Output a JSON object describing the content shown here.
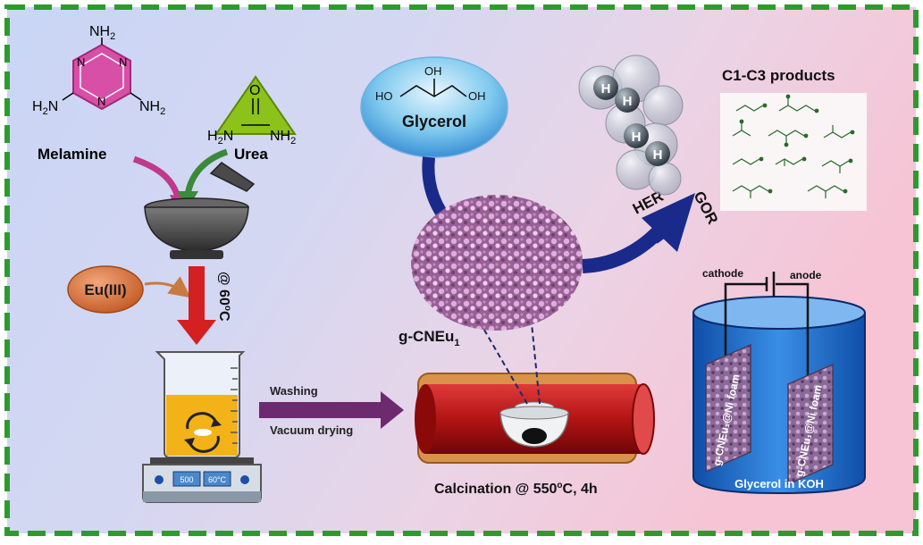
{
  "reagents": {
    "melamine": {
      "label": "Melamine",
      "nh2": "NH",
      "sub": "2",
      "ring_n": "N"
    },
    "urea": {
      "label": "Urea",
      "o": "O",
      "h2n": "H",
      "nh2": "NH",
      "sub": "2",
      "n": "N"
    },
    "europium": "Eu(III)"
  },
  "mixing": {
    "temp_prefix": "@ 60",
    "temp_unit": "C",
    "temp_deg": "o"
  },
  "hotplate": {
    "display_left": "500",
    "display_right": "60°C"
  },
  "transfer": {
    "step1": "Washing",
    "step2": "Vacuum drying"
  },
  "calcination": {
    "label_prefix": "Calcination @ 550",
    "label_deg": "o",
    "label_suffix": "C, 4h"
  },
  "catalyst": {
    "name": "g-CNEu",
    "sub": "1"
  },
  "glycerol": {
    "label": "Glycerol",
    "oh": "OH",
    "ho": "HO"
  },
  "hydrogen": {
    "atom": "H"
  },
  "reactions": {
    "her": "HER",
    "gor": "GOR"
  },
  "products": {
    "title": "C1-C3 products"
  },
  "cell": {
    "cathode": "cathode",
    "anode": "anode",
    "electrode_label": "g-CNEu₁@Ni foam",
    "electrolyte": "Glycerol in KOH"
  },
  "colors": {
    "frame_dash": "#2e9a2e",
    "melamine_ring": "#d84fa8",
    "urea_triangle": "#8cc21a",
    "eu_blob": "#d9743a",
    "arrow_red": "#d42020",
    "arrow_purple": "#6e2a6e",
    "arrow_navy": "#1a2a8a",
    "tube_red": "#b21414",
    "beaker_blue": "#1e6fc8",
    "hydrogen_grey": "#4a5460"
  }
}
